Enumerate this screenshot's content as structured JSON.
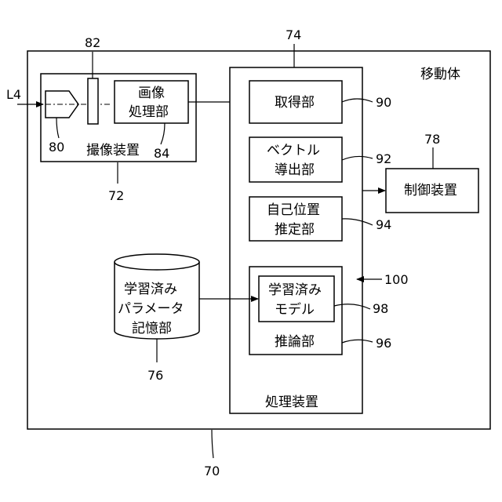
{
  "mobile_body": {
    "label": "移動体",
    "ref": "70"
  },
  "processing_device": {
    "label": "処理装置",
    "ref": "74"
  },
  "acquisition_unit": {
    "label": "取得部",
    "ref": "90"
  },
  "vector_unit": {
    "line1": "ベクトル",
    "line2": "導出部",
    "ref": "92"
  },
  "self_position_unit": {
    "line1": "自己位置",
    "line2": "推定部",
    "ref": "94"
  },
  "inference_unit": {
    "label": "推論部",
    "ref": "96",
    "group_ref": "100"
  },
  "trained_model": {
    "line1": "学習済み",
    "line2": "モデル",
    "ref": "98"
  },
  "control_device": {
    "label": "制御装置",
    "ref": "78"
  },
  "imaging_device": {
    "label": "撮像装置",
    "ref": "72"
  },
  "image_processing_unit": {
    "line1": "画像",
    "line2": "処理部",
    "ref": "84"
  },
  "lens": {
    "ref": "80"
  },
  "filter": {
    "ref": "82"
  },
  "light_input": {
    "label": "L4"
  },
  "parameter_storage": {
    "line1": "学習済み",
    "line2": "パラメータ",
    "line3": "記憶部",
    "ref": "76"
  }
}
